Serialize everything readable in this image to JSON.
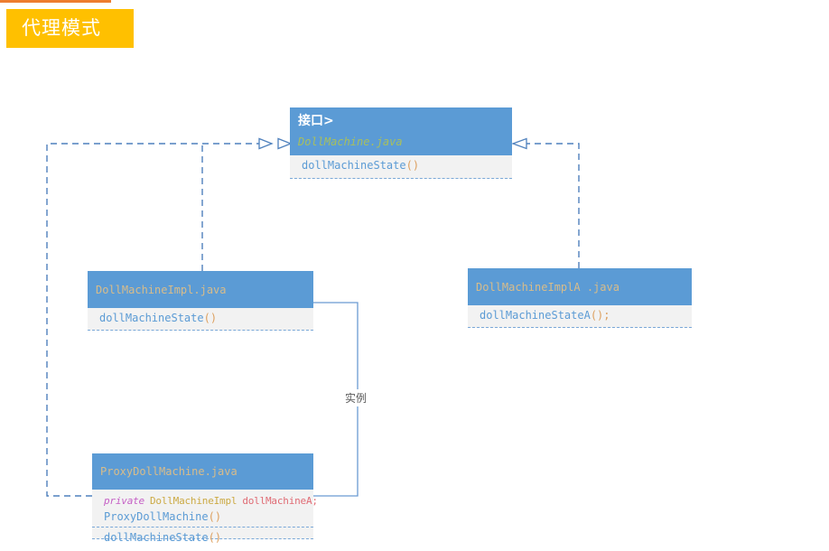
{
  "banner": {
    "title": "代理模式"
  },
  "classes": {
    "interface": {
      "stereotype": "接口>",
      "filename": "DollMachine.java",
      "methods": [
        {
          "name": "dollMachineState",
          "args": "()"
        }
      ]
    },
    "impl": {
      "filename": "DollMachineImpl.java",
      "methods": [
        {
          "name": "dollMachineState",
          "args": "()"
        }
      ]
    },
    "implA": {
      "filename": "DollMachineImplA .java",
      "methods": [
        {
          "name": "dollMachineStateA",
          "args": "()",
          "suffix": ";"
        }
      ]
    },
    "proxy": {
      "filename": "ProxyDollMachine.java",
      "fields": [
        {
          "keyword": "private",
          "type": "DollMachineImpl",
          "variable": "dollMachineA;"
        }
      ],
      "methods": [
        {
          "name": "ProxyDollMachine",
          "args": "()"
        },
        {
          "name": "dollMachineState",
          "args": "()"
        }
      ]
    }
  },
  "relations": {
    "instance_label": "实例"
  },
  "colors": {
    "header_blue": "#5b9bd5",
    "body_gray": "#f2f2f2",
    "connector_blue": "#4f81bd",
    "method_blue": "#5b9bd5",
    "paren_orange": "#dda05f",
    "filename_tan": "#d8bc8a",
    "interface_name_green": "#a8bf5e",
    "keyword_magenta": "#c55fc5",
    "type_gold": "#ccaa44",
    "variable_red": "#e06c75",
    "banner_yellow": "#ffc000",
    "top_line_orange": "#ed7d31"
  }
}
